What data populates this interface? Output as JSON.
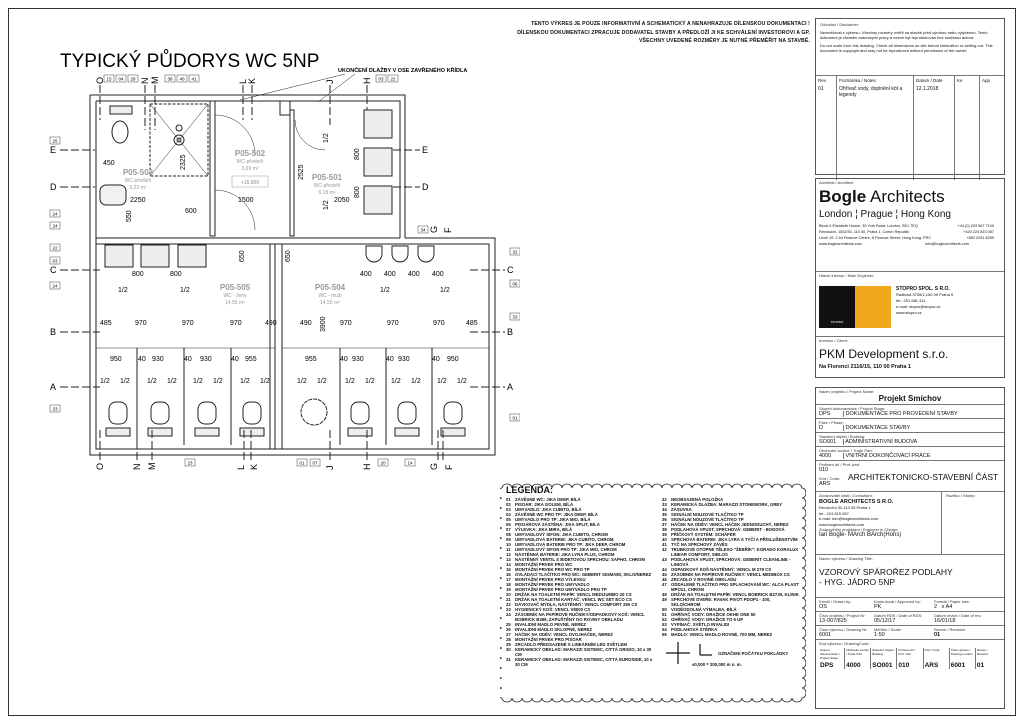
{
  "drawing_title": "TYPICKÝ PŮDORYS WC 5NP",
  "annotation": "UKONČENÍ DLAŽBY V OSE ZAVŘENÉHO KŘÍDLA",
  "disclaimer_top": [
    "TENTO VÝKRES JE POUZE INFORMATIVNÍ A SCHEMATICKÝ A NENAHRAZUJE DÍLENSKOU DOKUMENTACI !",
    "DÍLENSKOU DOKUMENTACI ZPRACUJE DODAVATEL STAVBY A PŘEDLOŽÍ JI KE SCHVÁLENÍ INVESTOROVI A GP.",
    "VŠECHNY UVEDENÉ ROZMĚRY JE NUTNÉ PŘEMĚŘIT NA STAVBĚ."
  ],
  "rooms": [
    {
      "id": "P05-503",
      "name": "WC-předsíň",
      "area": "5,23 m²"
    },
    {
      "id": "P05-502",
      "name": "WC-předsíň",
      "area": "3,69 m²"
    },
    {
      "id": "P05-501",
      "name": "WC-předsíň",
      "area": "6,18 m²"
    },
    {
      "id": "P05-505",
      "name": "WC - ženy",
      "area": "14,55 m²"
    },
    {
      "id": "P05-504",
      "name": "WC - muži",
      "area": "14,55 m²"
    }
  ],
  "level_mark": "+15,600",
  "dims_upper": [
    "450",
    "2250",
    "2325",
    "550",
    "600",
    "1500",
    "2525",
    "1/2",
    "1/2",
    "2050",
    "800",
    "800"
  ],
  "dims_lower": {
    "sink_left": [
      "650",
      "800",
      "800"
    ],
    "urinal_right": [
      "650",
      "400",
      "400",
      "400",
      "400"
    ],
    "half_left": [
      "1/2",
      "1/2"
    ],
    "half_right": [
      "1/2",
      "1/2"
    ],
    "row_left": [
      "485",
      "970",
      "970",
      "970",
      "490"
    ],
    "row_right": [
      "490",
      "970",
      "970",
      "970",
      "485"
    ],
    "stall_left": [
      "950",
      "40",
      "930",
      "40",
      "930",
      "40",
      "955"
    ],
    "stall_right": [
      "955",
      "40",
      "930",
      "40",
      "930",
      "40",
      "950"
    ],
    "halves": [
      "1/2",
      "1/2",
      "1/2",
      "1/2",
      "1/2",
      "1/2",
      "1/2",
      "1/2",
      "1/2",
      "1/2",
      "1/2",
      "1/2",
      "1/2",
      "1/2",
      "1/2",
      "1/2"
    ],
    "height": "3900"
  },
  "grid_axes": {
    "top": [
      "O",
      "N",
      "M",
      "L",
      "K",
      "J",
      "H"
    ],
    "bottom": [
      "O",
      "N",
      "M",
      "L",
      "K",
      "J",
      "H",
      "G",
      "F"
    ],
    "left": [
      "E",
      "D",
      "C",
      "B",
      "A"
    ],
    "right": [
      "E",
      "D",
      "C",
      "B",
      "A"
    ],
    "upper_right": [
      "G",
      "F"
    ]
  },
  "tags": {
    "top_left": [
      "15",
      "04",
      "28"
    ],
    "top_mid": [
      "38",
      "40",
      "41"
    ],
    "top_right": [
      "03",
      "22"
    ],
    "left": [
      "25",
      "24",
      "24",
      "22",
      "03",
      "24",
      "23"
    ],
    "right": [
      "34",
      "32",
      "06",
      "33",
      "01"
    ],
    "bottom": [
      "23",
      "01",
      "07",
      "20",
      "14"
    ]
  },
  "legend": {
    "title": "LEGENDA:",
    "items": [
      [
        "01",
        "ZÁVĚSNÉ WC: JIKA DEEP, BÍLÁ"
      ],
      [
        "02",
        "PISOÁR: JIKA GOLEM, BÍLÁ"
      ],
      [
        "03",
        "UMYVADLO: JIKA CUBITO, BÍLÁ"
      ],
      [
        "04",
        "ZÁVĚSNÉ WC PRO TP: JIKA DEEP, BÍLÁ"
      ],
      [
        "05",
        "UMYVADLO PRO TP: JIKA MIO, BÍLÁ"
      ],
      [
        "06",
        "PISOÁROVÁ ZÁSTĚNA: JIKA SPLIT, BÍLÁ"
      ],
      [
        "07",
        "VÝLEVKA: JIKA MIRA, BÍLÁ"
      ],
      [
        "08",
        "UMYVADLOVÝ SIFON: JIKA CUBITO, CHROM"
      ],
      [
        "09",
        "UMYVADLOVÁ BATERIE: JIKA CUBITO, CHROM"
      ],
      [
        "10",
        "UMYVADLOVÁ BATERIE PRO TP: JIKA DEEP, CHROM"
      ],
      [
        "11",
        "UMYVADLOVÝ SIFON PRO TP: JIKA MIO, CHROM"
      ],
      [
        "12",
        "NÁSTĚNNÁ BATERIE: JIKA LYRA PLUS, CHROM"
      ],
      [
        "13",
        "NÁSTĚNNÝ VENTIL S BIDETOVOU SPRCHOU: SAPHO, CHROM"
      ],
      [
        "14",
        "MONTÁŽNÍ PRVEK PRO WC"
      ],
      [
        "15",
        "MONTÁŽNÍ PRVEK PRO WC PRO TP"
      ],
      [
        "16",
        "OVLÁDACÍ TLAČÍTKO PRO WC: GEBERIT SIGMA80, SKLO/NEREZ"
      ],
      [
        "17",
        "MONTÁŽNÍ PRVEK PRO VÝLEVKU"
      ],
      [
        "18",
        "MONTÁŽNÍ PRVEK PRO UMYVADLO"
      ],
      [
        "19",
        "MONTÁŽNÍ PRVEK PRO UMYVADLO PRO TP"
      ],
      [
        "20",
        "DRŽÁK NA TOALETNÍ PAPÍR: VENCL MEDIJUMBO 20 CS"
      ],
      [
        "21",
        "DRŽÁK NA TOALETNÍ KARTÁČ: VENCL WC SET ECO CS"
      ],
      [
        "22",
        "DÁVKOVAČ MÝDLA, NÁSTĚNNÝ: VENCL COMFORT 250 CS"
      ],
      [
        "23",
        "HYGIENICKÝ KOŠ: VENCL V8000 CS"
      ],
      [
        "24",
        "ZÁSOBNÍK NA PAPÍROVÉ RUČNÍKY/ODPADKOVÝ KOŠ: VENCL BOBRICK B369, ZAPUŠTĚNÝ DO ROVINY OBKLADU"
      ],
      [
        "25",
        "INVALIDNÍ MADLO PEVNÉ, NEREZ"
      ],
      [
        "26",
        "INVALIDNÍ MADLO SKLOPNÉ, NEREZ"
      ],
      [
        "27",
        "HÁČEK NA ODĚV: VENCL DVOJHÁČEK, NEREZ"
      ],
      [
        "28",
        "MONTÁŽNÍ PRVEK PRO PISOÁR"
      ],
      [
        "29",
        "ZRCADLO PŘEDSAZENÉ S LINEÁRNÍM LED SVĚTLEM"
      ],
      [
        "30",
        "KERAMICKÝ OBKLAD: MARAZZI SISTEMC, CITTÁ GRIGIO, 10 x 30 CM"
      ],
      [
        "31",
        "KERAMICKÝ OBKLAD: MARAZZI SISTEMC, CITTÁ EUROSIDE, 10 x 30 CM"
      ],
      [
        "32",
        "NEOBSAZENÁ POLOŽKA"
      ],
      [
        "33",
        "KERAMICKÁ DLAŽBA: MARAZZI STONEWORK, GREY"
      ],
      [
        "34",
        "ZÁSUVKA"
      ],
      [
        "35",
        "SIGNÁLNÍ NOUZOVÉ TLAČÍTKO TP"
      ],
      [
        "36",
        "SIGNÁLNÍ NOUZOVÉ TLAČÍTKO TP"
      ],
      [
        "37",
        "HÁČEK NA ODĚV: VENCL HÁČEK JEDNODUCHÝ, NEREZ"
      ],
      [
        "38",
        "PODLAHOVÁ VPUST, SPRCHOVÁ: GEBERIT - BODOVÁ"
      ],
      [
        "39",
        "PŘÍČKOVÝ SYSTÉM: SCHÄFER"
      ],
      [
        "40",
        "SPRCHOVÁ BATERIE: JIKA LYRA S TYČÍ A PŘÍSLUŠENSTVÍM"
      ],
      [
        "41",
        "TYČ NA SPRCHOVÝ ZÁVĚS"
      ],
      [
        "42",
        "TRUBKOVÉ OTOPNÉ TĚLESO \"ŽEBŘÍK\": KORADO KORALUX LINEAR COMFORT, SIBLOS"
      ],
      [
        "43",
        "PODLAHOVÁ VPUST, SPRCHOVÁ: GEBERIT CLEANLINE - LINIOVÁ"
      ],
      [
        "44",
        "ODPADKOVÝ KOŠ NÁSTĚNNÝ: VENCL M 279 CS"
      ],
      [
        "45",
        "ZÁSOBNÍK NA PAPÍROVÉ RUČNÍKY: VENCL MEDIBOX CS"
      ],
      [
        "46",
        "ZRCADLO V ROVINĚ OBKLADU"
      ],
      [
        "47",
        "ODDÁLENÉ TLAČÍTKO PRO SPLACHOVÁNÍ WC: ALCA PLAST MPO11, CHROM"
      ],
      [
        "48",
        "DRŽÁK NA TOALETNÍ PAPÍR: VENCL BOBRICK B2730, KLINIK"
      ],
      [
        "49",
        "SPRCHOVÉ DVEŘE: RAVAK PIVOT PDOP1 - 100, SKLO/CHROM"
      ],
      [
        "50",
        "VODĚODOLNÁ VÝMALBA, BÍLÁ"
      ],
      [
        "51",
        "OHŘÍVAČ VODY: DRAŽICE OKHE ONE 50"
      ],
      [
        "52",
        "OHŘÍVAČ VODY: DRAŽICE TO 5 UP"
      ],
      [
        "53",
        "VYPÍNAČ: SVĚTLO INVALIDI"
      ],
      [
        "54",
        "PODLAHOVÁ STĚRKA"
      ],
      [
        "55",
        "MADLO: VENCL MADLO ROVNÉ, 700 MM, NEREZ"
      ]
    ],
    "origin_label": "OZNAČENÍ POČÁTKU POKLÁDKY",
    "origin_level": "±0,000 = 200,000 m n. m."
  },
  "title_block": {
    "disclaimer_label": "Odvolání / Disclaimer:",
    "disclaimer_cz": "Nezměřovat z výkresu. Všechny rozměry ověřit na stavbě před výrobou nebo vytyčením. Tento dokument je chráněn autorskými právy a nesmí být reprodukován bez souhlasu autora.",
    "disclaimer_en": "Do not scale from this drawing. Check all dimensions on site before fabrication or setting out. This document is copyright and may not be reproduced without permission of the owner.",
    "rev_headers": [
      "Rev",
      "Poznámka / Notes",
      "Datum / Date",
      "Ke",
      "App"
    ],
    "revisions": [
      {
        "rev": "01",
        "note": "Ohřívač vody, doplnění kót a legendy",
        "date": "12.1.2018"
      }
    ],
    "architect_label": "Architekt / Architect",
    "architect_bold": "Bogle",
    "architect_rest": " Architects",
    "architect_cities": "London ¦ Prague ¦ Hong Kong",
    "architect_addr": [
      [
        "Block II Elizabeth House, 39 York Road, London, SE1 7EQ",
        "+44 (0) 203 567 7100"
      ],
      [
        "Revoluční, 1502/30, 110 00, Praha 1, Czech Republic",
        "+420 224 815 087"
      ],
      [
        "Level 19, 2 Int Finance Centre, 8 Finance Street, Hong Kong, PRC",
        "+852 2251 8259"
      ]
    ],
    "architect_web": "www.boglearchitects.com",
    "architect_mail": "info@boglearchitects.com",
    "engineer_label": "Hlavní inženýr / Main Engineer:",
    "engineer_name": "STOPRO SPOL. S R.O.",
    "engineer_lines": [
      "Radlická 3708/1,150 00 Praha 5",
      "tel.: 251 681 411",
      "e-mail: stopro@stopro.cz",
      "www.stopro.cz"
    ],
    "engineer_logo_text": "STOPRO",
    "engineer_logo_color": "#f2a81d",
    "investor_label": "Investor / Client:",
    "investor_name": "PKM Development s.r.o.",
    "investor_addr": "Na Florenci 2116/15, 110 00 Praha 1",
    "project_label": "Název projektu / Project Name:",
    "project_name": "Projekt Smíchov",
    "stage_label": "Stupeň dokumentace / Project Stage:",
    "stage_code": "DPS",
    "stage_name": "DOKUMENTACE PRO PROVEDENÍ STAVBY",
    "phase_label": "Fáze / Phase:",
    "phase_code": "D",
    "phase_name": "DOKUMENTACE STAVBY",
    "building_label": "Stavební objekt / Building:",
    "building_code": "SO001",
    "building_name": "ADMINISTRATIVNÍ BUDOVA",
    "trade_label": "Obchodní soubor / Trade Part:",
    "trade_code": "4000",
    "trade_name": "VNITŘNÍ DOKONČOVACÍ PRÁCE",
    "part_label": "Profesní díl / Prof. part:",
    "part_code": "010",
    "code_label": "Kód / Code:",
    "code_value": "ARS",
    "part_name": "ARCHITEKTONICKO-STAVEBNÍ ČÁST",
    "consultant_label": "Zpracovatel části / Consultant:",
    "stamp_label": "Razítko / Stamp:",
    "consultant_name": "BOGLE ARCHITECTS S R.O.",
    "consultant_lines": [
      "Revoluční 30,110 00 Praha 1",
      "tel.: 224 815 087",
      "e-mail: info@boglearchitects.com",
      "www.boglearchitects.com"
    ],
    "engineer_in_charge_label": "Zodpovědný projektant / Engineer in Charge:",
    "engineer_in_charge": "Ian Bogle- MArch BArch(Hons)",
    "drawing_title_label": "Název výkresu / Drawing Title:",
    "drawing_title_1": "VZOROVÝ SPÁROŘEZ PODLAHY",
    "drawing_title_2": "- HYG. JÁDRO 5NP",
    "drawn_label": "Kreslil / Drawn by:",
    "drawn": "OS",
    "approved_label": "Kontroloval / Approved by:",
    "approved": "PK",
    "format_label": "Formát / Paper size:",
    "format_n": "2",
    "format_a": "x A4",
    "projno_label": "Číslo projektu / Project Nr:",
    "projno": "13-007/825",
    "date_issue_label": "Datum RDS / Date of RDS:",
    "date_issue": "05/12/17",
    "date_rev_label": "Datum revize / Date of rev.:",
    "date_rev": "16/01/18",
    "drawno_label": "Číslo výkresu / Drawing Nr:",
    "drawno": "6001",
    "scale_label": "Měřítko / Scale:",
    "scale": "1:50",
    "revision_label": "Revize / Revision:",
    "revision": "01",
    "code_row_label": "Kód výkresu / DrawingCode:",
    "code_headers": [
      "Stupeň dokumentace / Project Stage",
      "Obchodní soubor / Trade Part",
      "Stavební objekt / Building",
      "Profesní díl / Prof. Part",
      "Kód / Code",
      "Číslo výkresu / Drawing number",
      "Revize / Revision"
    ],
    "code_values": [
      "DPS",
      "4000",
      "SO001",
      "010",
      "ARS",
      "6001",
      "01"
    ]
  }
}
